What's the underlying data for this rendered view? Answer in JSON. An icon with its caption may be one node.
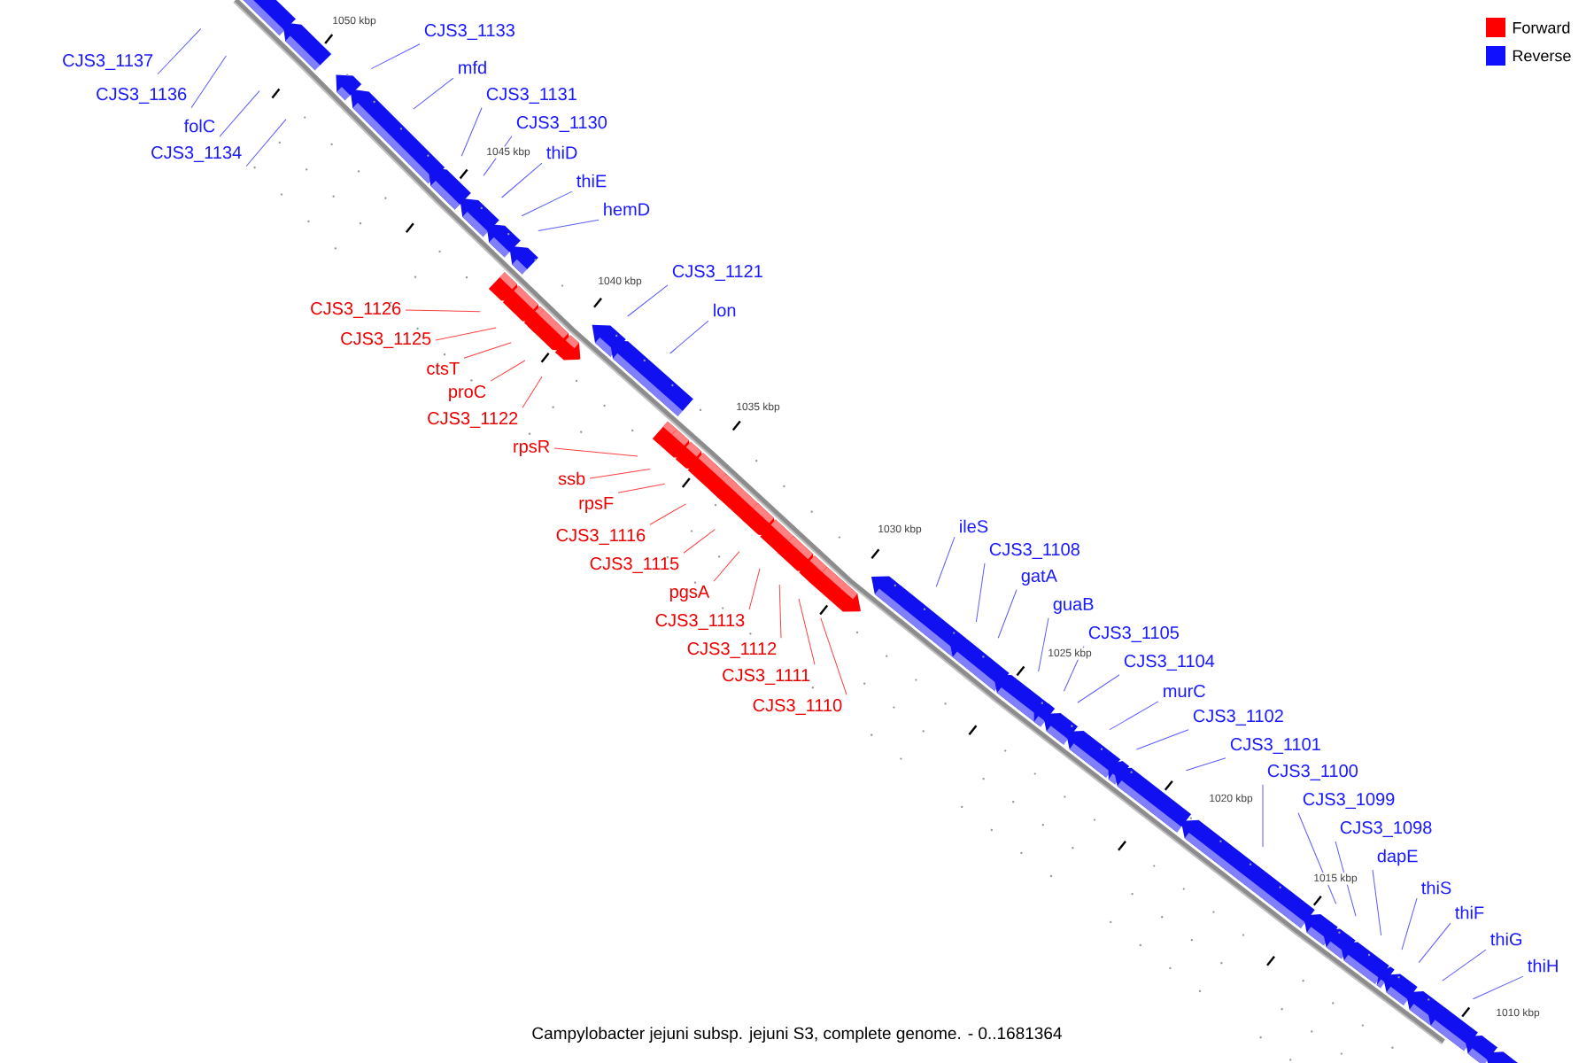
{
  "diagram": {
    "caption": "Campylobacter jejuni subsp. jejuni S3, complete genome. - 0..1681364",
    "nodes": [
      {
        "text": [
          "CJS3_1133"
        ]
      },
      {
        "text": [
          "CJS3_1137"
        ]
      },
      {
        "text": [
          "mfd"
        ]
      },
      {
        "text": [
          "CJS3_1136"
        ]
      },
      {
        "text": [
          "CJS3_1131"
        ]
      },
      {
        "text": [
          "CJS3_1130"
        ]
      },
      {
        "text": [
          "folC"
        ]
      },
      {
        "text": [
          "thiD"
        ]
      },
      {
        "text": [
          "CJS3_1134"
        ]
      },
      {
        "text": [
          "thiE"
        ]
      },
      {
        "text": [
          "hemD"
        ]
      },
      {
        "text": [
          "CJS3_1121"
        ]
      },
      {
        "text": [
          "CJS3_1126"
        ]
      },
      {
        "text": [
          "lon"
        ]
      },
      {
        "text": [
          "CJS3_1125"
        ]
      },
      {
        "text": [
          "ctsT"
        ]
      },
      {
        "text": [
          "proC"
        ]
      },
      {
        "text": [
          "CJS3_1122"
        ]
      },
      {
        "text": [
          "rpsR"
        ]
      },
      {
        "text": [
          "ssb"
        ]
      },
      {
        "text": [
          "rpsF"
        ]
      },
      {
        "text": [
          "ileS"
        ]
      },
      {
        "text": [
          "CJS3_1116"
        ]
      },
      {
        "text": [
          "CJS3_1108"
        ]
      },
      {
        "text": [
          "CJS3_1115"
        ]
      },
      {
        "text": [
          "gatA"
        ]
      },
      {
        "text": [
          "pgsA"
        ]
      },
      {
        "text": [
          "guaB"
        ]
      },
      {
        "text": [
          "CJS3_1113"
        ]
      },
      {
        "text": [
          "CJS3_1105"
        ]
      },
      {
        "text": [
          "CJS3_1112"
        ]
      },
      {
        "text": [
          "CJS3_1104"
        ]
      },
      {
        "text": [
          "CJS3_1111"
        ]
      },
      {
        "text": [
          "murC"
        ]
      },
      {
        "text": [
          "CJS3_1110"
        ]
      },
      {
        "text": [
          "CJS3_1102"
        ]
      },
      {
        "text": [
          "CJS3_1101"
        ]
      },
      {
        "text": [
          "CJS3_1100"
        ]
      },
      {
        "text": [
          "CJS3_1099"
        ]
      },
      {
        "text": [
          "CJS3_1098"
        ]
      },
      {
        "text": [
          "dapE"
        ]
      },
      {
        "text": [
          "thiS"
        ]
      },
      {
        "text": [
          "thiF"
        ]
      },
      {
        "text": [
          "thiG"
        ]
      },
      {
        "text": [
          "thiH"
        ]
      }
    ],
    "edges": [
      {
        "from": 0,
        "to": null,
        "arrow": "none"
      },
      {
        "from": 1,
        "to": null,
        "arrow": "none"
      },
      {
        "from": 2,
        "to": null,
        "arrow": "none"
      },
      {
        "from": 3,
        "to": null,
        "arrow": "none"
      },
      {
        "from": 4,
        "to": null,
        "arrow": "none"
      },
      {
        "from": 5,
        "to": null,
        "arrow": "none"
      },
      {
        "from": 6,
        "to": null,
        "arrow": "none"
      },
      {
        "from": 7,
        "to": null,
        "arrow": "none"
      },
      {
        "from": 8,
        "to": null,
        "arrow": "none"
      },
      {
        "from": 9,
        "to": null,
        "arrow": "none"
      },
      {
        "from": 10,
        "to": null,
        "arrow": "none"
      },
      {
        "from": 11,
        "to": null,
        "arrow": "none"
      },
      {
        "from": 12,
        "to": null,
        "arrow": "none",
        "color": "#ff4040"
      },
      {
        "from": 13,
        "to": null,
        "arrow": "none"
      },
      {
        "from": 14,
        "to": null,
        "arrow": "none",
        "color": "#ff4040"
      },
      {
        "from": 15,
        "to": null,
        "arrow": "none",
        "color": "#ff4040"
      },
      {
        "from": 16,
        "to": null,
        "arrow": "none",
        "color": "#ff4040"
      },
      {
        "from": 17,
        "to": null,
        "arrow": "none",
        "color": "#ff4040"
      },
      {
        "from": 18,
        "to": null,
        "arrow": "none",
        "color": "#ff4040"
      },
      {
        "from": 19,
        "to": null,
        "arrow": "none",
        "color": "#ff4040"
      },
      {
        "from": 20,
        "to": null,
        "arrow": "none",
        "color": "#ff4040"
      },
      {
        "from": 21,
        "to": null,
        "arrow": "none"
      },
      {
        "from": 22,
        "to": null,
        "arrow": "none",
        "color": "#ff4040"
      },
      {
        "from": 23,
        "to": null,
        "arrow": "none"
      },
      {
        "from": 24,
        "to": null,
        "arrow": "none",
        "color": "#ff4040"
      },
      {
        "from": 25,
        "to": null,
        "arrow": "none"
      },
      {
        "from": 26,
        "to": null,
        "arrow": "none",
        "color": "#ff4040"
      },
      {
        "from": 27,
        "to": null,
        "arrow": "none"
      },
      {
        "from": 28,
        "to": null,
        "arrow": "none",
        "color": "#ff4040"
      },
      {
        "from": 29,
        "to": null,
        "arrow": "none"
      },
      {
        "from": 30,
        "to": null,
        "arrow": "none",
        "color": "#ff4040"
      },
      {
        "from": 31,
        "to": null,
        "arrow": "none"
      },
      {
        "from": 32,
        "to": null,
        "arrow": "none",
        "color": "#ff4040"
      },
      {
        "from": 33,
        "to": null,
        "arrow": "none"
      },
      {
        "from": 34,
        "to": null,
        "arrow": "none",
        "color": "#ff4040"
      },
      {
        "from": 35,
        "to": null,
        "arrow": "none"
      },
      {
        "from": 36,
        "to": null,
        "arrow": "none"
      },
      {
        "from": 37,
        "to": null,
        "arrow": "none"
      },
      {
        "from": 38,
        "to": null,
        "arrow": "none"
      },
      {
        "from": 39,
        "to": null,
        "arrow": "none"
      },
      {
        "from": 40,
        "to": null,
        "arrow": "none"
      },
      {
        "from": 41,
        "to": null,
        "arrow": "none"
      },
      {
        "from": 42,
        "to": null,
        "arrow": "none"
      },
      {
        "from": 43,
        "to": null,
        "arrow": "none"
      },
      {
        "from": 44,
        "to": null,
        "arrow": "none"
      }
    ],
    "labels": [
      "1050 kbp",
      "1045 kbp",
      "1040 kbp",
      "1035 kbp",
      "1030 kbp",
      "1025 kbp",
      "1020 kbp",
      "1015 kbp",
      "1010 kbp"
    ],
    "legend": [
      {
        "text": "Forward",
        "color": "#ff0000"
      },
      {
        "text": "Reverse",
        "color": "#1010ff"
      }
    ]
  }
}
